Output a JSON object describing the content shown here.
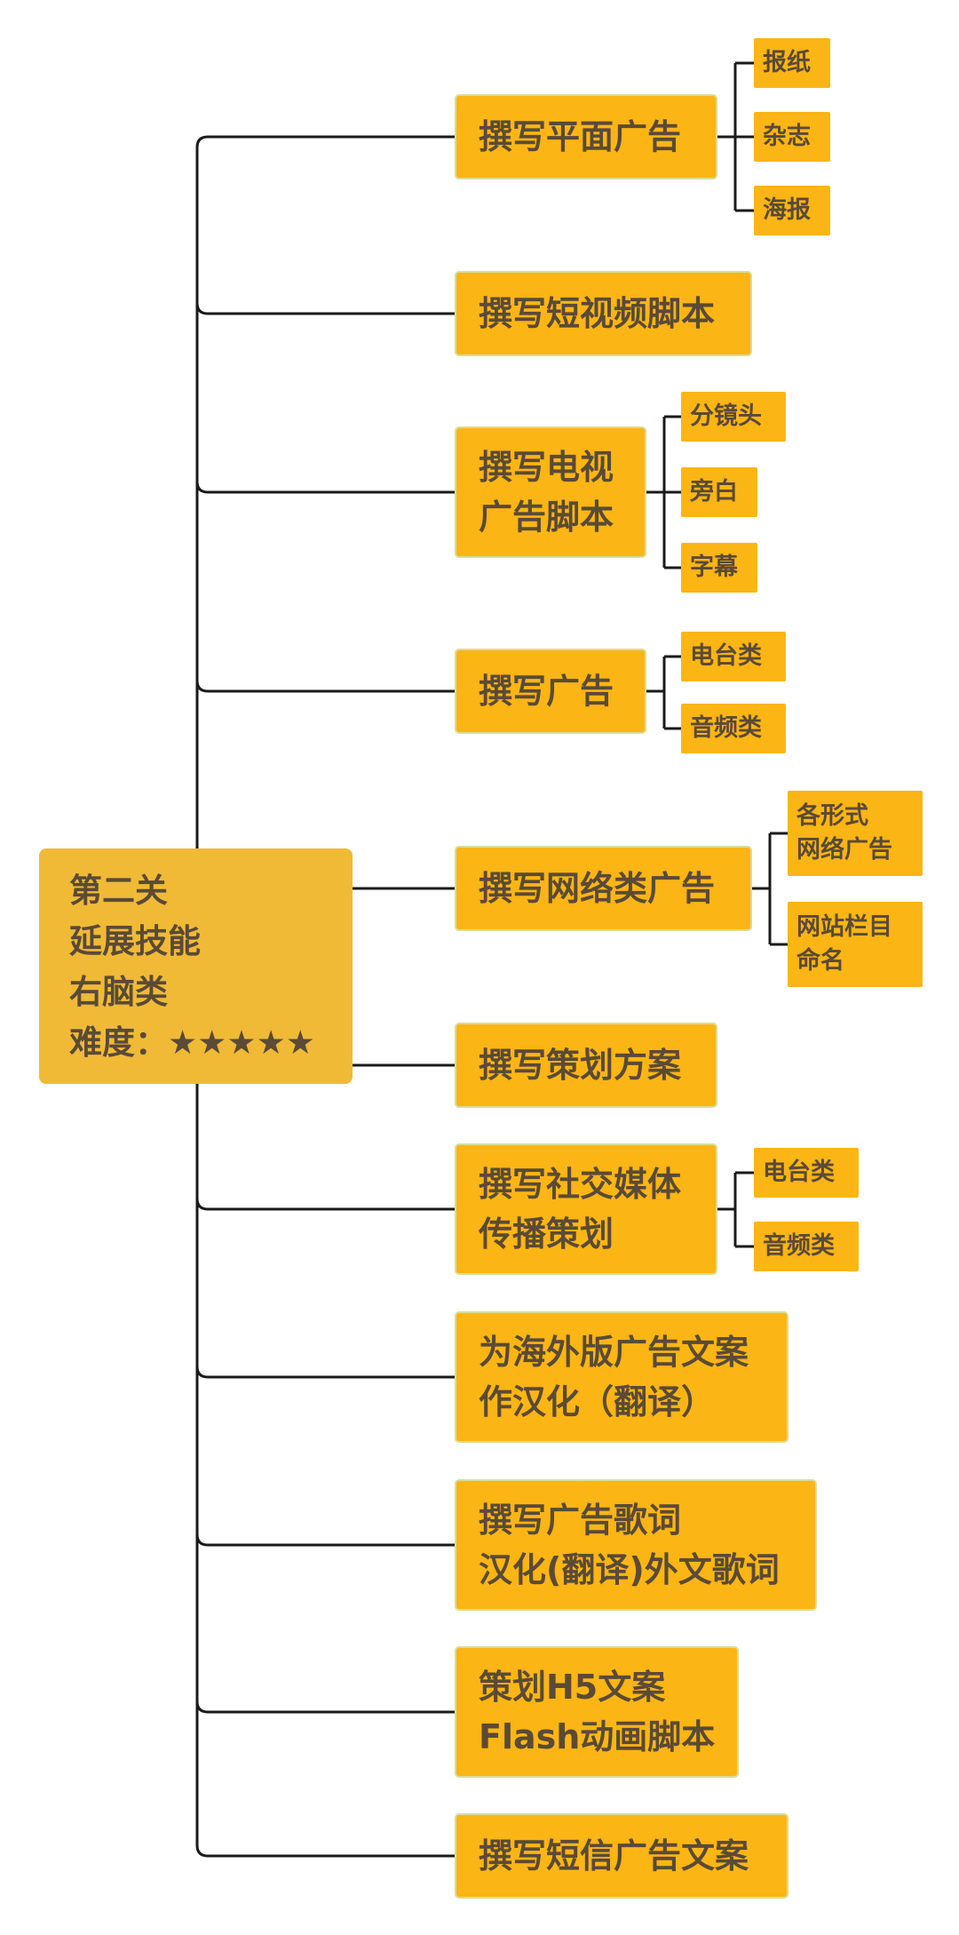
{
  "root": {
    "lines": [
      "第二关",
      "延展技能",
      "右脑类",
      "难度：★★★★★"
    ]
  },
  "branches": [
    {
      "lines": [
        "撰写平面广告"
      ],
      "children": [
        [
          "报纸"
        ],
        [
          "杂志"
        ],
        [
          "海报"
        ]
      ]
    },
    {
      "lines": [
        "撰写短视频脚本"
      ],
      "children": []
    },
    {
      "lines": [
        "撰写电视",
        "广告脚本"
      ],
      "children": [
        [
          "分镜头"
        ],
        [
          "旁白"
        ],
        [
          "字幕"
        ]
      ]
    },
    {
      "lines": [
        "撰写广告"
      ],
      "children": [
        [
          "电台类"
        ],
        [
          "音频类"
        ]
      ]
    },
    {
      "lines": [
        "撰写网络类广告"
      ],
      "children": [
        [
          "各形式",
          "网络广告"
        ],
        [
          "网站栏目",
          "命名"
        ]
      ]
    },
    {
      "lines": [
        "撰写策划方案"
      ],
      "children": []
    },
    {
      "lines": [
        "撰写社交媒体",
        "传播策划"
      ],
      "children": [
        [
          "电台类"
        ],
        [
          "音频类"
        ]
      ]
    },
    {
      "lines": [
        "为海外版广告文案",
        "作汉化（翻译）"
      ],
      "children": []
    },
    {
      "lines": [
        "撰写广告歌词",
        "汉化(翻译)外文歌词"
      ],
      "children": []
    },
    {
      "lines": [
        "策划H5文案",
        "Flash动画脚本"
      ],
      "children": []
    },
    {
      "lines": [
        "撰写短信广告文案"
      ],
      "children": []
    }
  ]
}
